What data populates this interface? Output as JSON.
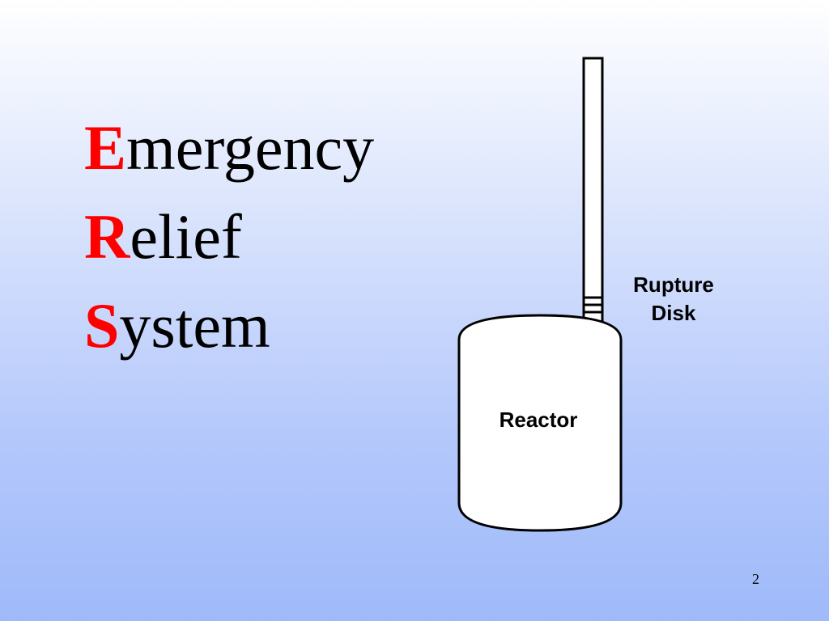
{
  "title": {
    "lines": [
      {
        "initial": "E",
        "rest": "mergency"
      },
      {
        "initial": "R",
        "rest": "elief"
      },
      {
        "initial": "S",
        "rest": "ystem"
      }
    ],
    "initial_color": "#ff0000",
    "text_color": "#000000"
  },
  "diagram": {
    "rupture_disk_label_line1": "Rupture",
    "rupture_disk_label_line2": "Disk",
    "reactor_label": "Reactor",
    "fill_color": "#ffffff",
    "stroke_color": "#000000"
  },
  "page_number": "2"
}
